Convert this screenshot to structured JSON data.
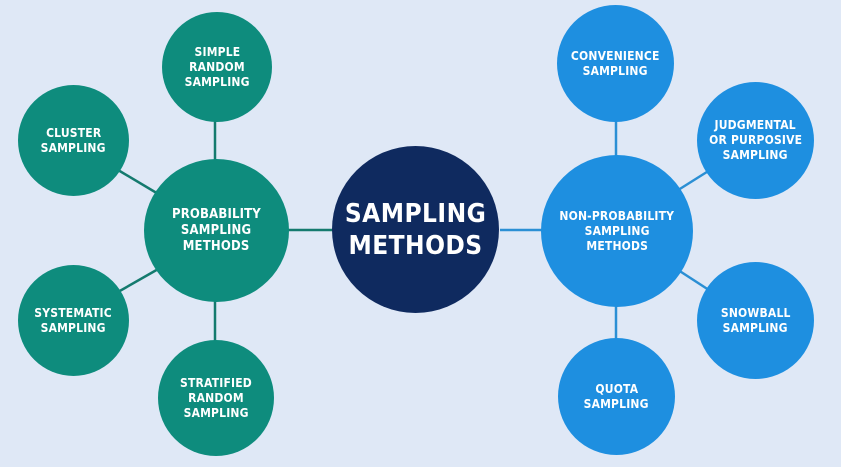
{
  "colors": {
    "background": "#dfe8f6",
    "center": "#0f2a5f",
    "probability": "#0e8c7d",
    "probability_link": "#147a6e",
    "non_probability": "#1e8fe0",
    "non_probability_link": "#2b8fd4"
  },
  "center": {
    "lines": [
      "SAMPLING",
      "METHODS"
    ]
  },
  "probability": {
    "hub": {
      "lines": [
        "PROBABILITY",
        "SAMPLING",
        "METHODS"
      ]
    },
    "children": [
      {
        "id": "simple-random",
        "lines": [
          "SIMPLE",
          "RANDOM",
          "SAMPLING"
        ]
      },
      {
        "id": "cluster",
        "lines": [
          "CLUSTER",
          "SAMPLING"
        ]
      },
      {
        "id": "systematic",
        "lines": [
          "SYSTEMATIC",
          "SAMPLING"
        ]
      },
      {
        "id": "stratified-random",
        "lines": [
          "STRATIFIED",
          "RANDOM",
          "SAMPLING"
        ]
      }
    ]
  },
  "non_probability": {
    "hub": {
      "lines": [
        "NON-PROBABILITY",
        "SAMPLING",
        "METHODS"
      ]
    },
    "children": [
      {
        "id": "convenience",
        "lines": [
          "CONVENIENCE",
          "SAMPLING"
        ]
      },
      {
        "id": "judgmental",
        "lines": [
          "JUDGMENTAL",
          "OR PURPOSIVE",
          "SAMPLING"
        ]
      },
      {
        "id": "snowball",
        "lines": [
          "SNOWBALL",
          "SAMPLING"
        ]
      },
      {
        "id": "quota",
        "lines": [
          "QUOTA",
          "SAMPLING"
        ]
      }
    ]
  }
}
